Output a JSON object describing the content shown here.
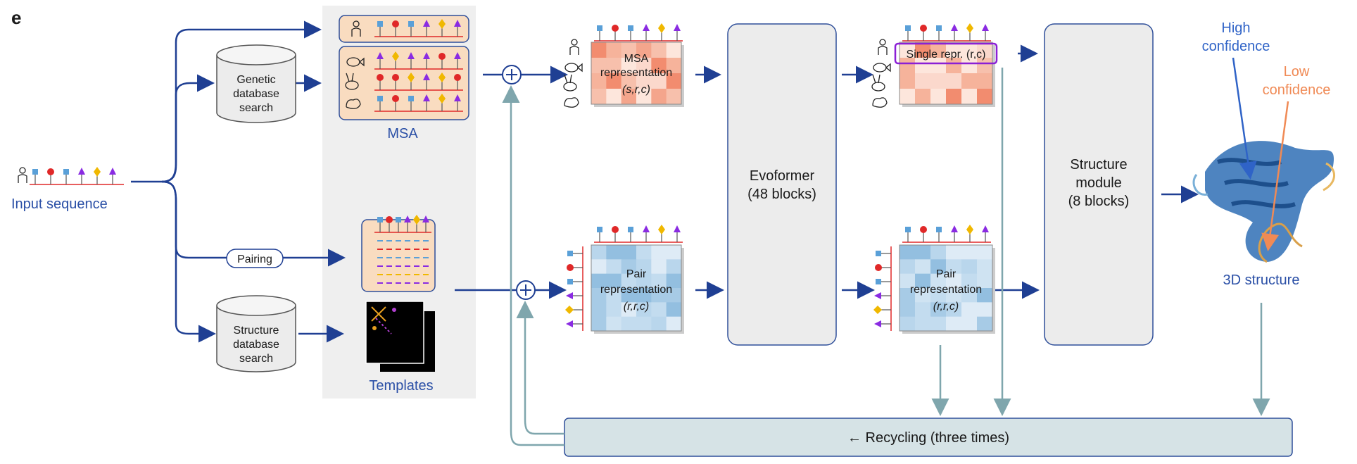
{
  "panel_letter": "e",
  "labels": {
    "input_sequence": "Input sequence",
    "genetic_search": [
      "Genetic",
      "database",
      "search"
    ],
    "structure_search": [
      "Structure",
      "database",
      "search"
    ],
    "pairing": "Pairing",
    "msa": "MSA",
    "templates": "Templates",
    "msa_repr": [
      "MSA",
      "representation",
      "(s,r,c)"
    ],
    "pair_repr": [
      "Pair",
      "representation",
      "(r,r,c)"
    ],
    "evoformer": [
      "Evoformer",
      "(48 blocks)"
    ],
    "single_repr": "Single repr. (r,c)",
    "pair_repr_out": [
      "Pair",
      "representation",
      "(r,r,c)"
    ],
    "structure_module": [
      "Structure",
      "module",
      "(8 blocks)"
    ],
    "high_confidence": [
      "High",
      "confidence"
    ],
    "low_confidence": [
      "Low",
      "confidence"
    ],
    "structure_3d": "3D structure",
    "recycling": "← Recycling (three times)"
  },
  "colors": {
    "arrow_blue": "#1f3f93",
    "recycle_teal": "#7fa6ad",
    "block_fill": "#ececec",
    "block_border": "#2f4f9a",
    "msa_bg": "#f9dcc0",
    "msa_border": "#2f4f9a",
    "grey_panel": "#efefef",
    "recycle_fill": "#d6e3e6",
    "high_conf": "#2f63c7",
    "low_conf": "#f08a55",
    "single_repr_border": "#8b1fd6",
    "glyph_blue": "#5aa0d8",
    "glyph_red": "#e02828",
    "glyph_purple": "#8a2be2",
    "glyph_yellow": "#f0b800"
  },
  "icons": [
    "person-icon",
    "fish-icon",
    "rabbit-icon",
    "chicken-icon",
    "database-cylinder-icon",
    "protein-structure-icon"
  ]
}
